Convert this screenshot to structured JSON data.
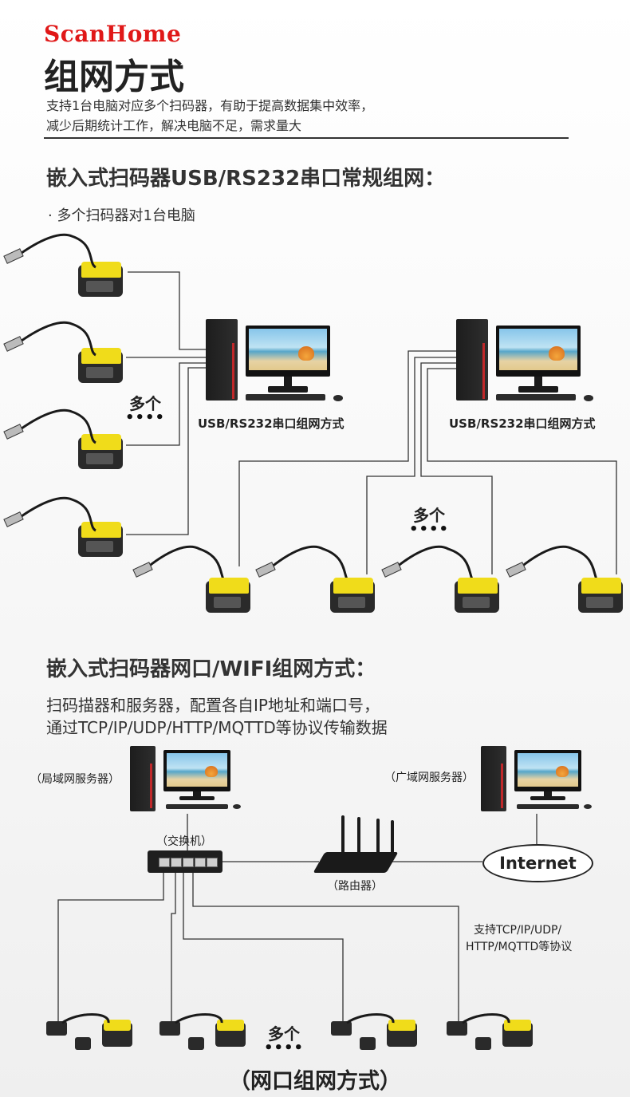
{
  "brand": "ScanHome",
  "title": "组网方式",
  "intro": {
    "line1": "支持1台电脑对应多个扫码器，有助于提高数据集中效率，",
    "line2": "减少后期统计工作，解决电脑不足，需求量大"
  },
  "usb_section": {
    "heading": "嵌入式扫码器USB/RS232串口常规组网：",
    "bullet": "· 多个扫码器对1台电脑",
    "pc_label_left": "USB/RS232串口组网方式",
    "pc_label_right": "USB/RS232串口组网方式",
    "many_left": "多个",
    "many_right": "多个",
    "dots": "••••"
  },
  "net_section": {
    "heading": "嵌入式扫码器网口/WIFI组网方式：",
    "desc1": "扫码描器和服务器，配置各自IP地址和端口号，",
    "desc2": "通过TCP/IP/UDP/HTTP/MQTTD等协议传输数据",
    "lan_server": "（局域网服务器）",
    "wan_server": "（广域网服务器）",
    "switch_label": "（交换机）",
    "router_label": "（路由器）",
    "internet": "Internet",
    "protocol1": "支持TCP/IP/UDP/",
    "protocol2": "HTTP/MQTTD等协议",
    "many": "多个",
    "dots": "••••",
    "bottom_title": "（网口组网方式）"
  },
  "colors": {
    "brand": "#e01818",
    "scanner_top": "#f0dc1a",
    "tower_stripe": "#c0282a"
  }
}
